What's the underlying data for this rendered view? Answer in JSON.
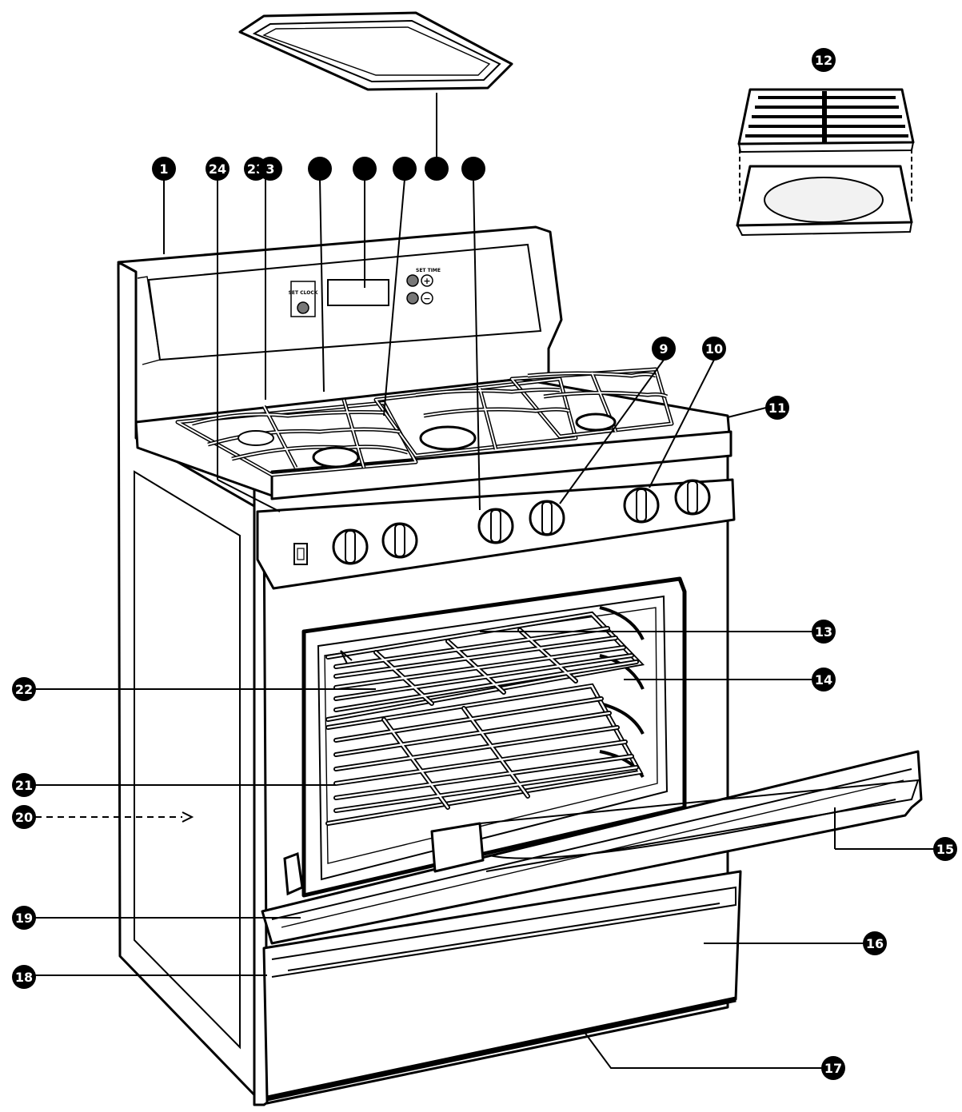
{
  "diagram": {
    "callouts": [
      {
        "id": "c1",
        "label": "1"
      },
      {
        "id": "c24",
        "label": "24"
      },
      {
        "id": "c23",
        "label": "23"
      },
      {
        "id": "c3",
        "label": "3"
      },
      {
        "id": "c4",
        "label": ""
      },
      {
        "id": "c5",
        "label": ""
      },
      {
        "id": "c6",
        "label": ""
      },
      {
        "id": "c7",
        "label": ""
      },
      {
        "id": "c8",
        "label": ""
      },
      {
        "id": "c9",
        "label": "9"
      },
      {
        "id": "c10",
        "label": "10"
      },
      {
        "id": "c11",
        "label": "11"
      },
      {
        "id": "c12",
        "label": "12"
      },
      {
        "id": "c13",
        "label": "13"
      },
      {
        "id": "c14",
        "label": "14"
      },
      {
        "id": "c15",
        "label": "15"
      },
      {
        "id": "c16",
        "label": "16"
      },
      {
        "id": "c17",
        "label": "17"
      },
      {
        "id": "c18",
        "label": "18"
      },
      {
        "id": "c19",
        "label": "19"
      },
      {
        "id": "c20",
        "label": "20"
      },
      {
        "id": "c21",
        "label": "21"
      },
      {
        "id": "c22",
        "label": "22"
      }
    ],
    "panel_text": {
      "set_clock": "SET CLOCK",
      "set_time": "SET TIME"
    },
    "colors": {
      "ink": "#000000",
      "paper": "#ffffff",
      "light_fill": "#f2f2f2"
    }
  }
}
